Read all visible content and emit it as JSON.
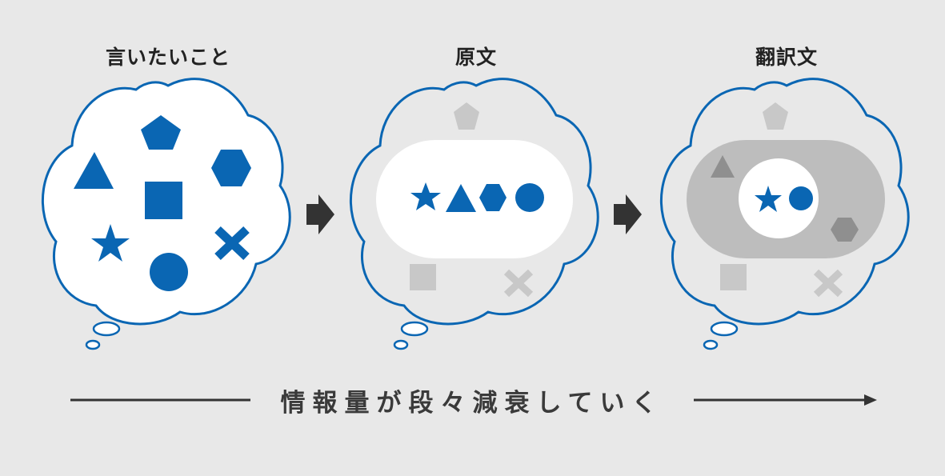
{
  "panels": [
    {
      "title": "言いたいこと"
    },
    {
      "title": "原文"
    },
    {
      "title": "翻訳文"
    }
  ],
  "caption": "情報量が段々減衰していく",
  "colors": {
    "background": "#e8e8e8",
    "accent_blue": "#0a66b3",
    "faded_gray": "#c8c8c8",
    "inner_gray": "#bdbdbd",
    "arrow": "#333333"
  }
}
